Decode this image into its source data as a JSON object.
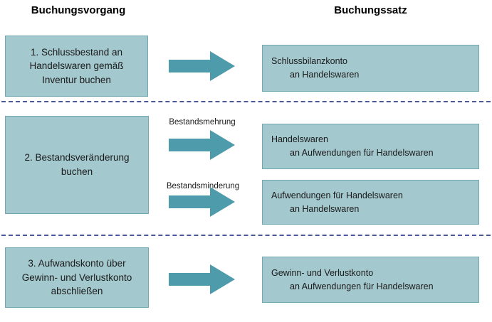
{
  "headers": {
    "left": "Buchungsvorgang",
    "right": "Buchungssatz"
  },
  "colors": {
    "box_fill": "#a3c8ce",
    "box_border": "#6fa8b2",
    "arrow_fill": "#4e9bab",
    "divider": "#4a5899",
    "text": "#1a1a1a"
  },
  "rows": [
    {
      "step_label": "1. Schlussbestand an Handelswaren gemäß Inventur buchen",
      "arrow_label": "",
      "entry_line1": "Schlussbilanzkonto",
      "entry_line2": "an Handelswaren"
    },
    {
      "step_label": "2. Bestandsveränderung buchen",
      "arrow_label_a": "Bestandsmehrung",
      "entry_a_line1": "Handelswaren",
      "entry_a_line2": "an Aufwendungen für Handelswaren",
      "arrow_label_b": "Bestandsminderung",
      "entry_b_line1": "Aufwendungen für Handelswaren",
      "entry_b_line2": "an Handelswaren"
    },
    {
      "step_label": "3. Aufwandskonto über Gewinn- und Verlustkonto abschließen",
      "arrow_label": "",
      "entry_line1": "Gewinn- und Verlustkonto",
      "entry_line2": "an Aufwendungen für Handelswaren"
    }
  ]
}
